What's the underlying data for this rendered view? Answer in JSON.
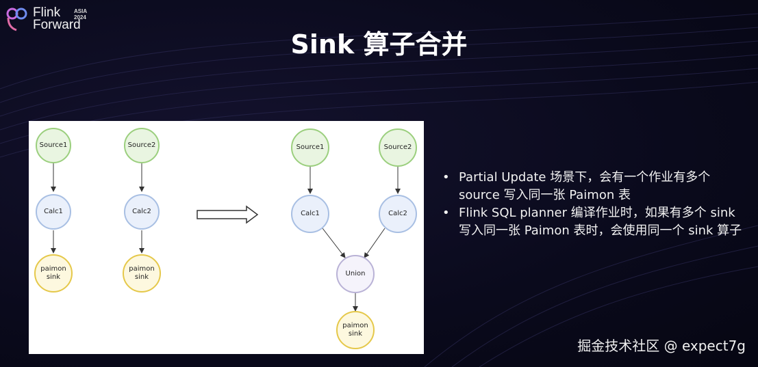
{
  "logo": {
    "brand_line1": "Flink",
    "brand_line2": "Forward",
    "badge_line1": "ASIA",
    "badge_line2": "2024"
  },
  "slide": {
    "title": "Sink 算子合并"
  },
  "diagram": {
    "left": {
      "source1": "Source1",
      "source2": "Source2",
      "calc1": "Calc1",
      "calc2": "Calc2",
      "sink1": "paimon\nsink",
      "sink2": "paimon\nsink"
    },
    "right": {
      "source1": "Source1",
      "source2": "Source2",
      "calc1": "Calc1",
      "calc2": "Calc2",
      "union": "Union",
      "sink": "paimon\nsink"
    }
  },
  "bullets": [
    "Partial Update 场景下，会有一个作业有多个 source 写入同一张 Paimon 表",
    "Flink SQL planner 编译作业时，如果有多个 sink 写入同一张 Paimon 表时，会使用同一个 sink 算子"
  ],
  "watermark": "掘金技术社区 @ expect7g",
  "colors": {
    "source_fill": "#e9f5e1",
    "source_stroke": "#9bcf7e",
    "calc_fill": "#eaf0fb",
    "calc_stroke": "#a8bfe3",
    "sink_fill": "#fdf8df",
    "sink_stroke": "#e5c84a",
    "union_fill": "#f5f3fb",
    "union_stroke": "#b9b2d6"
  }
}
